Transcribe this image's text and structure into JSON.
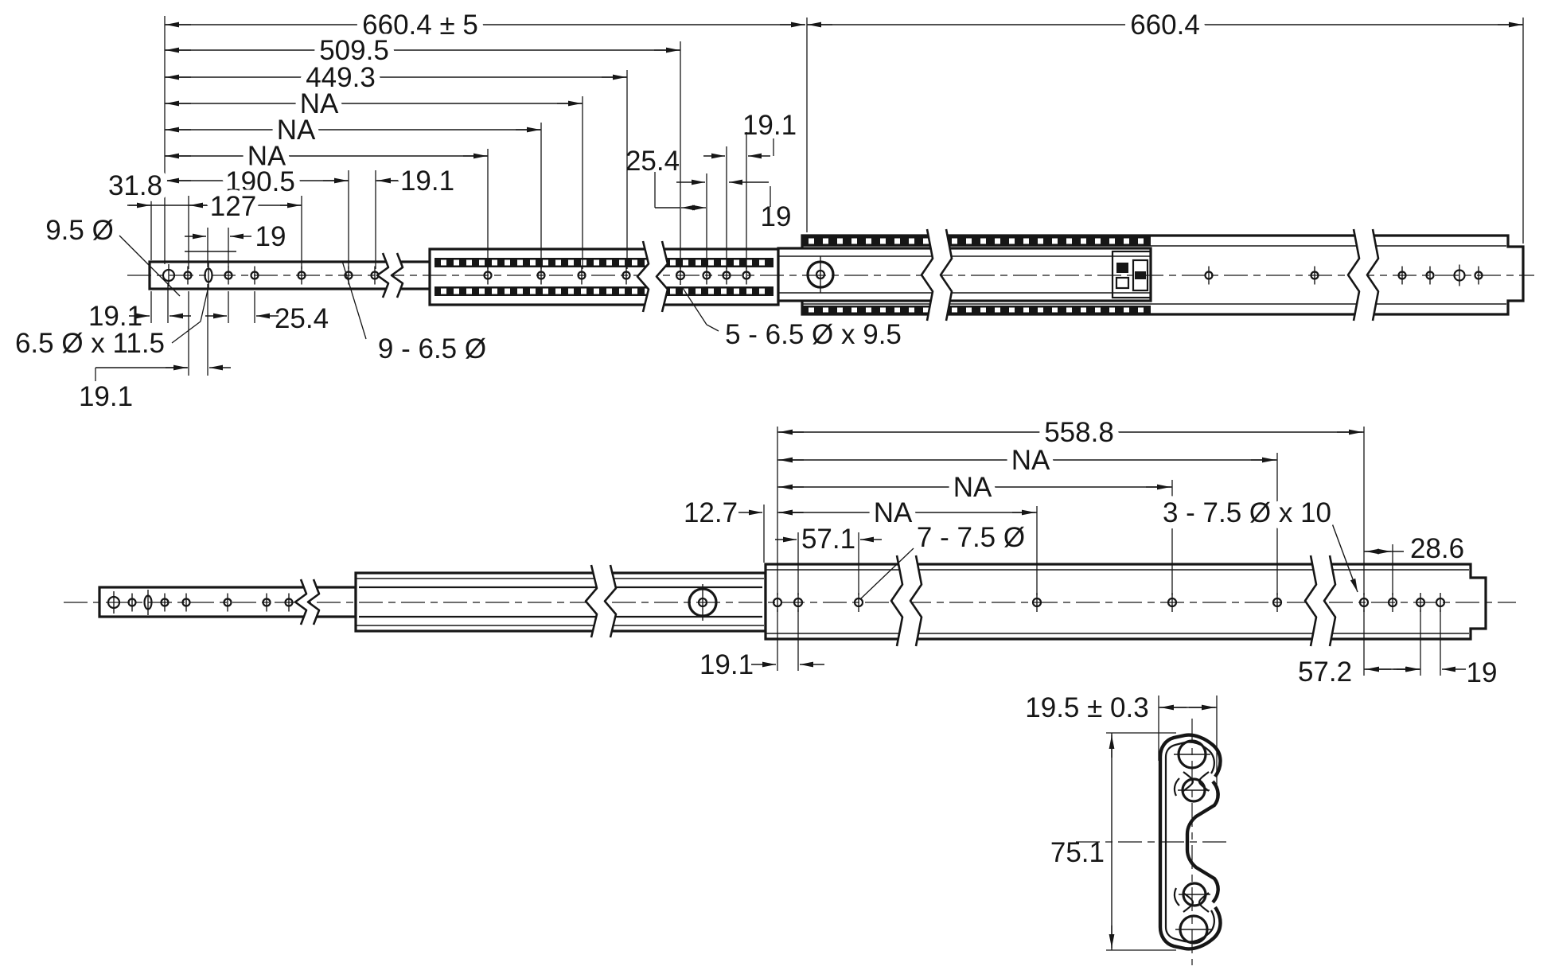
{
  "top_view": {
    "overall_closed": "660.4 ± 5",
    "overall_open": "660.4",
    "len_509": "509.5",
    "len_449": "449.3",
    "na_1": "NA",
    "na_2": "NA",
    "na_3": "NA",
    "len_190": "190.5",
    "len_127": "127",
    "len_31": "31.8",
    "pitch_19_left": "19",
    "pitch_19_1_top": "19.1",
    "pitch_19_1_left": "19.1",
    "pitch_19_1_bottom": "19.1",
    "pitch_25_left": "25.4",
    "pitch_25_right": "25.4",
    "pitch_19_right": "19",
    "pitch_19_1_right": "19.1",
    "callout_hole": "9.5 Ø",
    "callout_slot": "6.5 Ø x 11.5",
    "callout_holes_9": "9 - 6.5 Ø",
    "callout_holes_5": "5 - 6.5 Ø x 9.5"
  },
  "extended_view": {
    "len_558": "558.8",
    "na_1": "NA",
    "na_2": "NA",
    "na_3": "NA",
    "len_12_7": "12.7",
    "len_57_1": "57.1",
    "pitch_19_1": "19.1",
    "len_28_6": "28.6",
    "len_57_2": "57.2",
    "pitch_19": "19",
    "callout_holes_7": "7 - 7.5 Ø",
    "callout_holes_3": "3 - 7.5 Ø  x 10"
  },
  "section_view": {
    "width": "19.5 ± 0.3",
    "height": "75.1"
  },
  "colors": {
    "ink": "#161616",
    "background": "#ffffff"
  }
}
